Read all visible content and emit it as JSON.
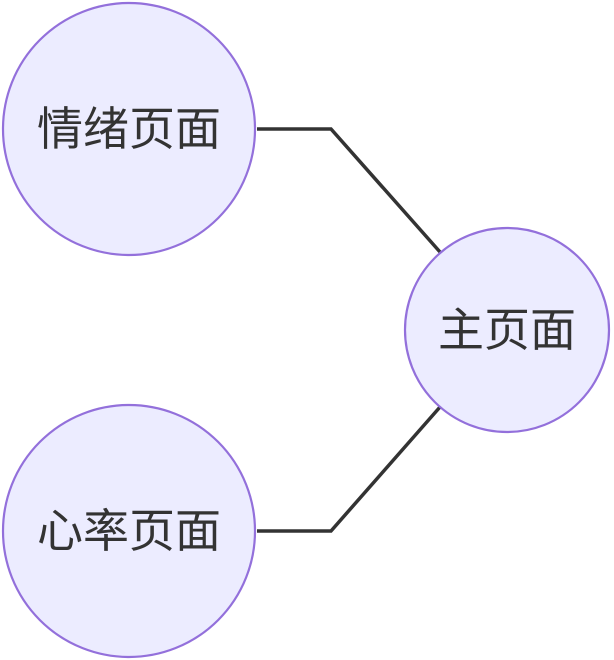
{
  "diagram": {
    "colors": {
      "node_fill": "#ECECFF",
      "node_stroke": "#9370DB",
      "edge": "#333333",
      "text": "#333333"
    },
    "nodes": {
      "emotion": {
        "label": "情绪页面"
      },
      "heart": {
        "label": "心率页面"
      },
      "main": {
        "label": "主页面"
      }
    },
    "edges": [
      {
        "from": "emotion",
        "to": "main"
      },
      {
        "from": "heart",
        "to": "main"
      }
    ]
  }
}
